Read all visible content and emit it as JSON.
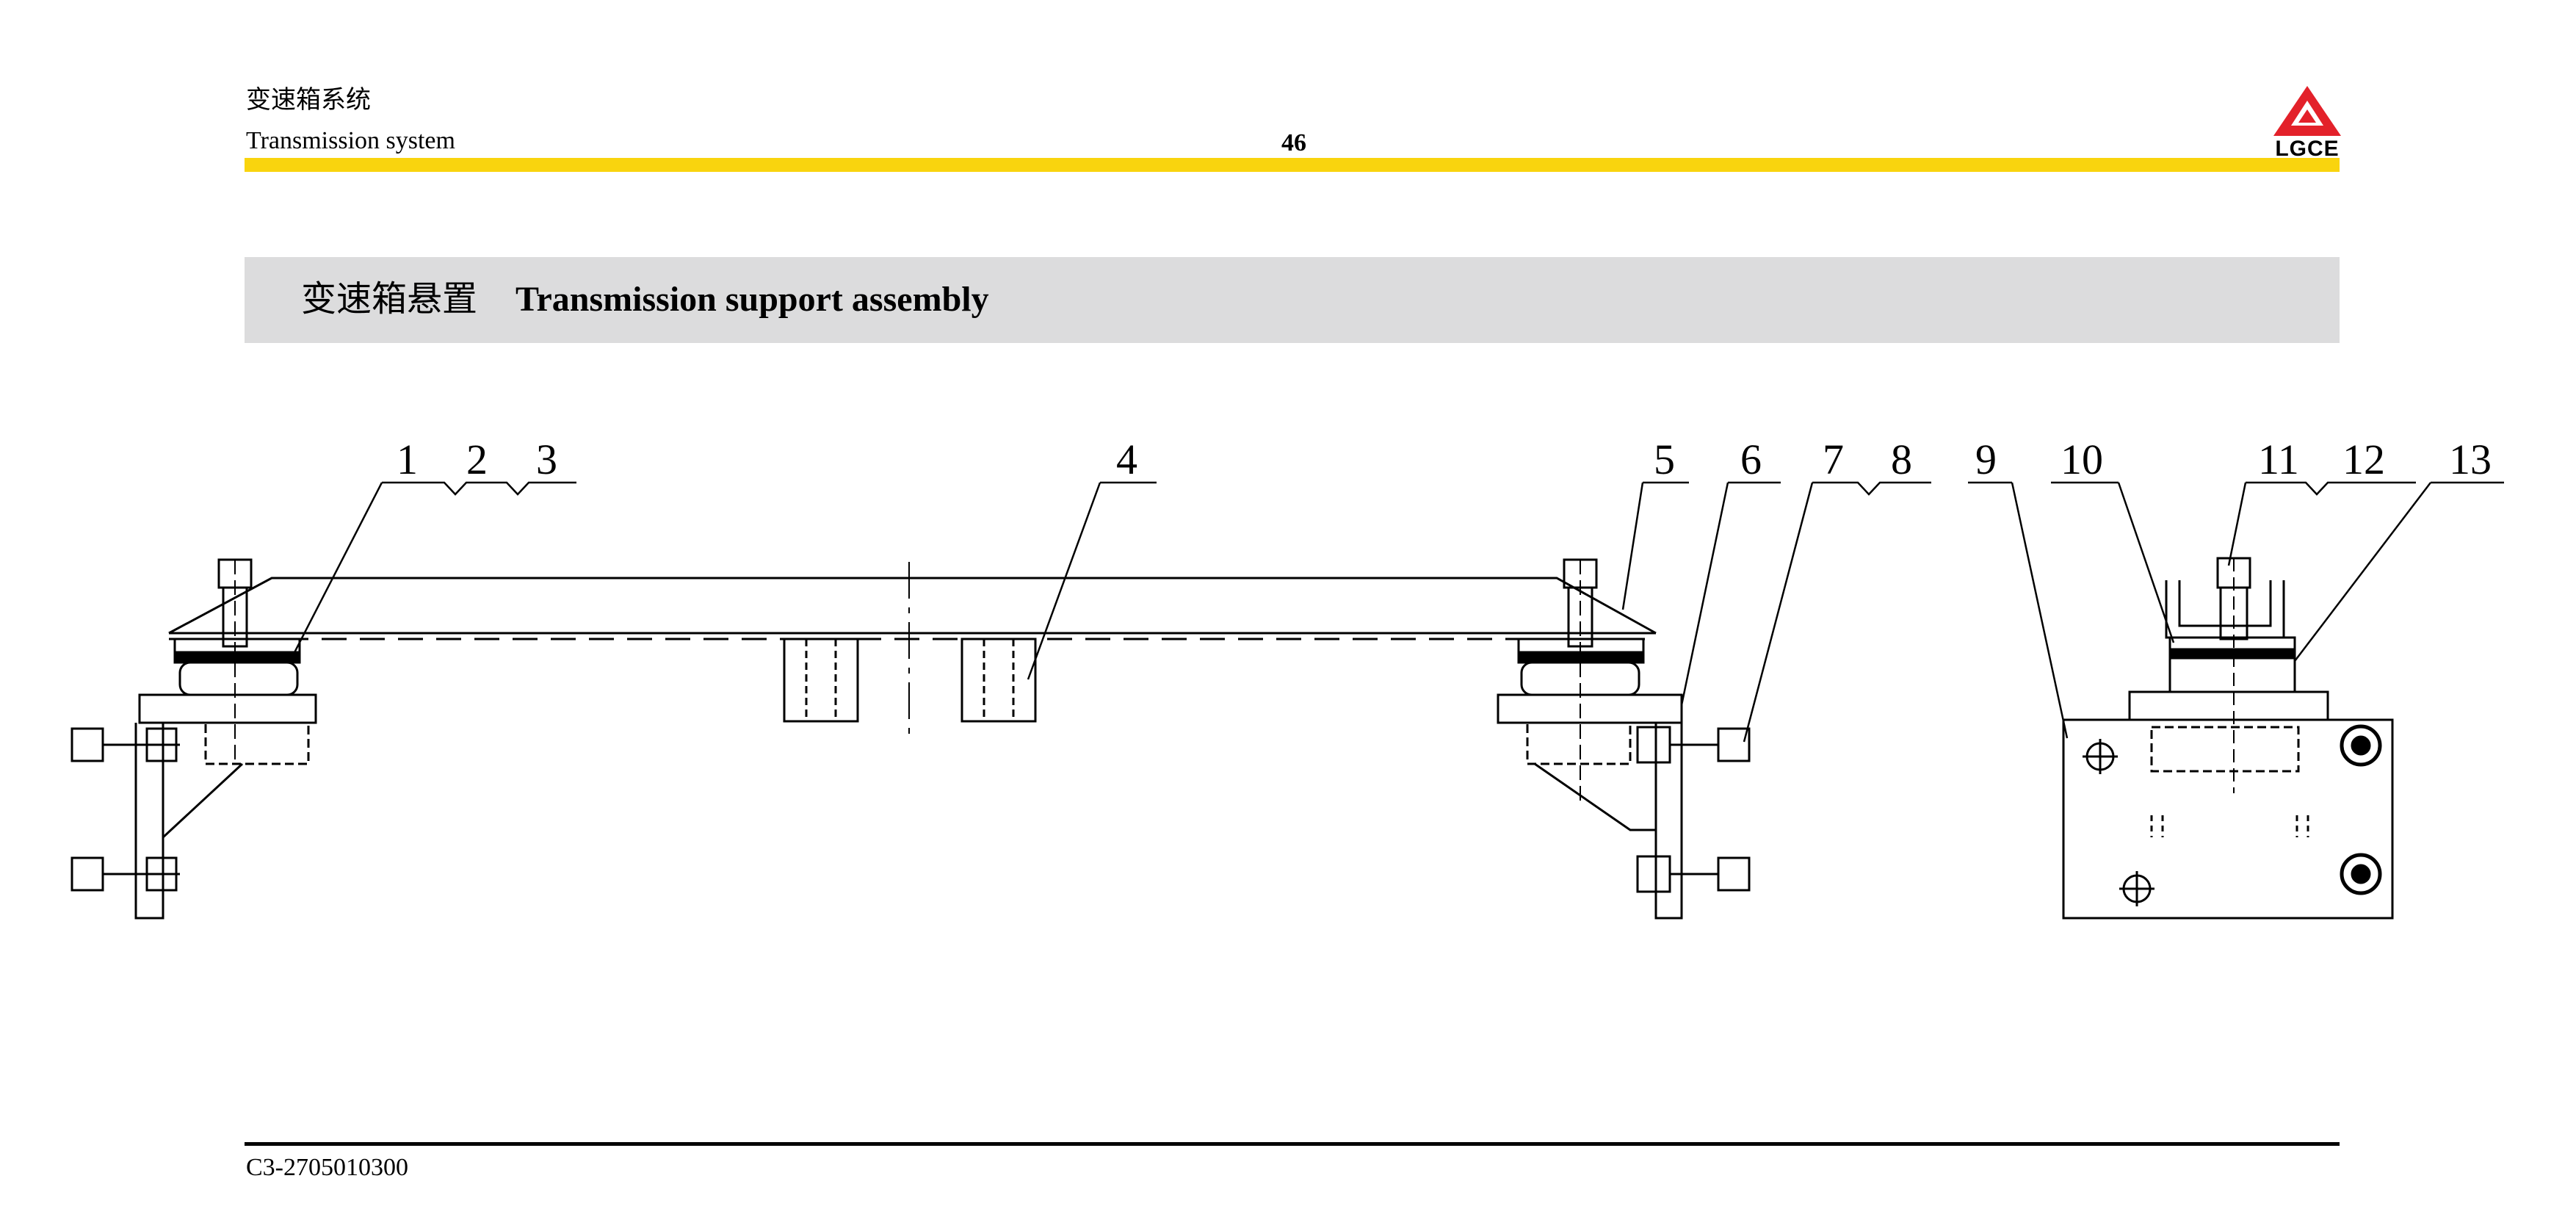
{
  "header": {
    "chapter_cn": "变速箱系统",
    "chapter_en": "Transmission system",
    "page_number": "46",
    "logo_text": "LGCE",
    "rule_color": "#f9d40e"
  },
  "section": {
    "title_cn": "变速箱悬置",
    "title_en": "Transmission support assembly",
    "bar_color": "#dcdcdd"
  },
  "drawing": {
    "callouts": [
      "1",
      "2",
      "3",
      "4",
      "5",
      "6",
      "7",
      "8",
      "9",
      "10",
      "11",
      "12",
      "13"
    ]
  },
  "footer": {
    "doc_code": "C3-2705010300"
  }
}
